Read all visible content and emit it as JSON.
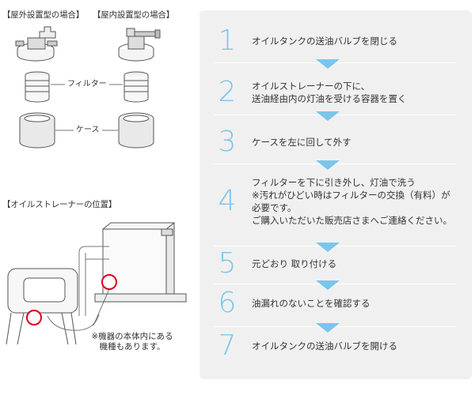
{
  "left": {
    "outdoor_header": "【屋外設置型の場合】",
    "indoor_header": "【屋内設置型の場合】",
    "filter_label": "フィルター",
    "case_label": "ケース",
    "strainer_position_header": "【オイルストレーナーの位置】",
    "note": "※機器の本体内にある\n機種もあります。"
  },
  "steps": [
    {
      "num": "1",
      "text": "オイルタンクの送油バルブを閉じる"
    },
    {
      "num": "2",
      "text": "オイルストレーナーの下に、\n送油経由内の灯油を受ける容器を置く"
    },
    {
      "num": "3",
      "text": "ケースを左に回して外す"
    },
    {
      "num": "4",
      "text": "フィルターを下に引き外し、灯油で洗う\n※汚れがひどい時はフィルターの交換（有料）が\n必要です。\nご購入いただいた販売店さまへご連絡ください。"
    },
    {
      "num": "5",
      "text": "元どおり 取り付ける"
    },
    {
      "num": "6",
      "text": "油漏れのないことを確認する"
    },
    {
      "num": "7",
      "text": "オイルタンクの送油バルブを開ける"
    }
  ],
  "colors": {
    "accent": "#7cc5ea",
    "panel_bg": "#f0f0f0",
    "marker": "#d9001b"
  }
}
